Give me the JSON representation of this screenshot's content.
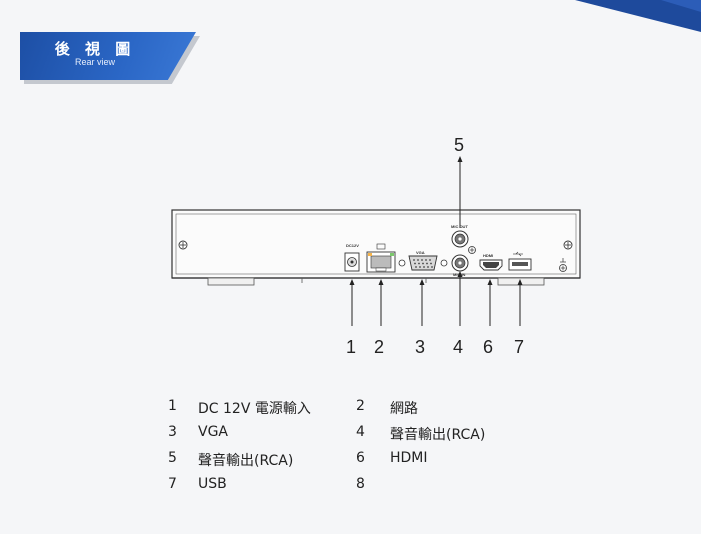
{
  "header": {
    "title": "後 視 圖",
    "subtitle": "Rear view"
  },
  "device": {
    "port_labels": {
      "dc": "DC12V",
      "vga": "VGA",
      "mic_out": "MIC OUT",
      "mic_in": "MIC IN",
      "hdmi": "HDMI"
    },
    "callouts": {
      "c1": "1",
      "c2": "2",
      "c3": "3",
      "c4": "4",
      "c5": "5",
      "c6": "6",
      "c7": "7"
    }
  },
  "legend": [
    {
      "left_num": "1",
      "left_text": "DC 12V 電源輸入",
      "right_num": "2",
      "right_text": "網路"
    },
    {
      "left_num": "3",
      "left_text": "VGA",
      "right_num": "4",
      "right_text": "聲音輸出(RCA)"
    },
    {
      "left_num": "5",
      "left_text": "聲音輸出(RCA)",
      "right_num": "6",
      "right_text": "HDMI"
    },
    {
      "left_num": "7",
      "left_text": "USB",
      "right_num": "8",
      "right_text": ""
    }
  ],
  "colors": {
    "brand_blue": "#1e4a9c",
    "banner_blue": "#2b67c6",
    "background": "#f5f6f8"
  }
}
